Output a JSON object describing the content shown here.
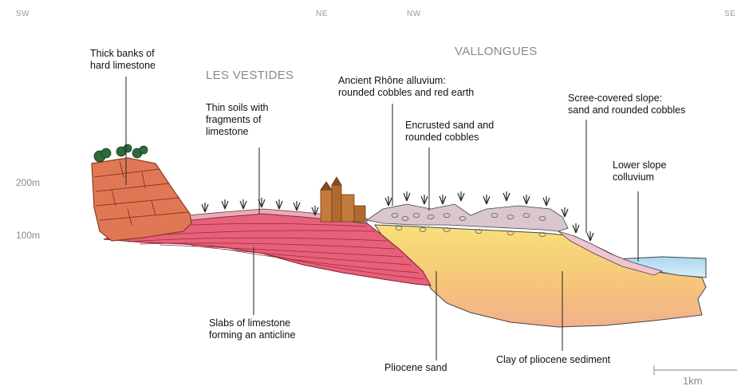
{
  "directions": {
    "sw": "SW",
    "ne": "NE",
    "nw": "NW",
    "se": "SE"
  },
  "places": {
    "les_vestides": "LES VESTIDES",
    "vallongues": "VALLONGUES"
  },
  "elevations": {
    "e200": "200m",
    "e100": "100m"
  },
  "scale": {
    "label": "1km"
  },
  "labels": {
    "thick_banks": [
      "Thick banks of",
      "hard limestone"
    ],
    "thin_soils": [
      "Thin soils with",
      "fragments of",
      "limestone"
    ],
    "ancient_rhone": [
      "Ancient Rhône alluvium:",
      "rounded cobbles and red earth"
    ],
    "encrusted_sand": [
      "Encrusted sand and",
      "rounded cobbles"
    ],
    "scree_slope": [
      "Scree-covered slope:",
      "sand and rounded cobbles"
    ],
    "lower_slope": [
      "Lower slope",
      "colluvium"
    ],
    "slabs": [
      "Slabs of limestone",
      "forming an anticline"
    ],
    "pliocene_sand": [
      "Pliocene sand"
    ],
    "clay": [
      "Clay of pliocene sediment"
    ]
  },
  "colors": {
    "limestone_block": "#e07856",
    "limestone_edge": "#8a3a22",
    "slab_pink": "#e8607a",
    "slab_line": "#9a2a3a",
    "soil_pink": "#f4a6b6",
    "alluvium": "#d9c6cf",
    "pliocene_sand": "#f6d779",
    "clay": "#f2b98a",
    "colluvium": "#bfe3f2",
    "vegetation": "#2f6a3a"
  }
}
